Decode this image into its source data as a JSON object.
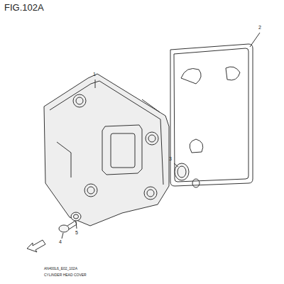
{
  "diagram": {
    "title": "FIG.102A",
    "labels": [
      "1",
      "2",
      "3",
      "4",
      "5",
      "AN400L6_E02_102A",
      "CYLINDER HEAD COVER"
    ]
  }
}
